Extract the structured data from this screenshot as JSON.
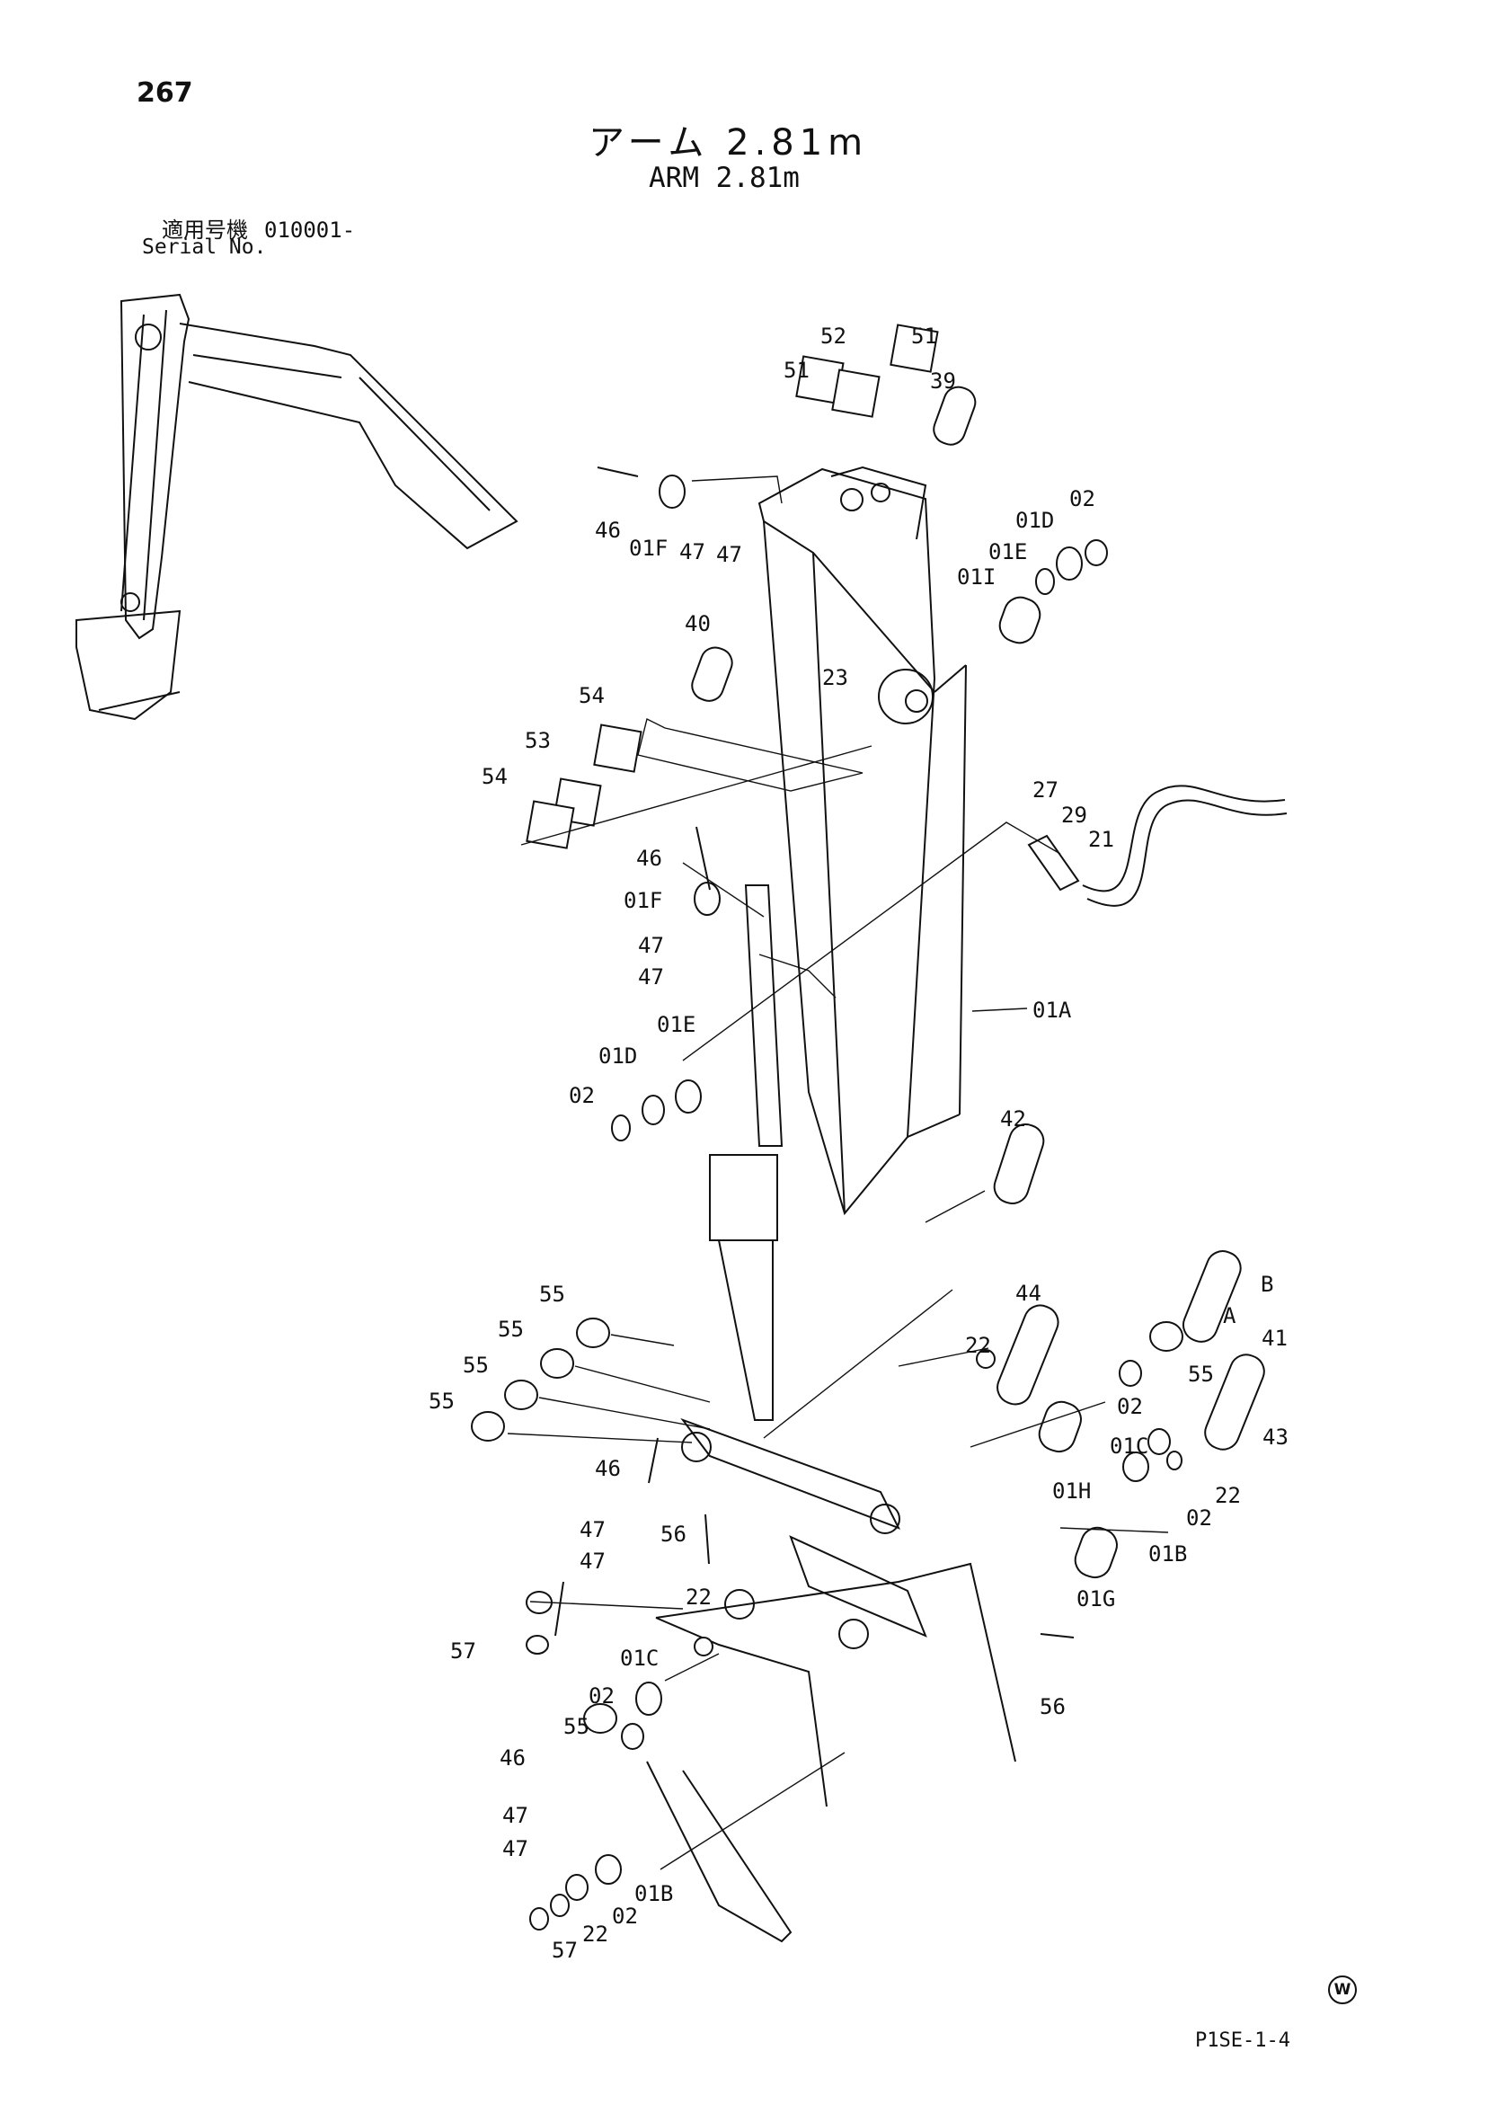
{
  "page": {
    "number": "267",
    "title_jp": "アーム 2.81m",
    "title_en": "ARM 2.81m",
    "serial_label_jp": "適用号機",
    "serial_code": "010001-",
    "serial_label_en": "Serial No.",
    "page_code": "P1SE-1-4",
    "mark": "W"
  },
  "callouts": [
    "52",
    "51",
    "51",
    "39",
    "46",
    "01F",
    "47",
    "47",
    "01D",
    "02",
    "01E",
    "01I",
    "40",
    "23",
    "54",
    "53",
    "54",
    "27",
    "29",
    "21",
    "46",
    "01F",
    "47",
    "47",
    "01E",
    "01D",
    "02",
    "01A",
    "42",
    "55",
    "55",
    "55",
    "55",
    "44",
    "22",
    "B",
    "A",
    "41",
    "55",
    "02",
    "01C",
    "43",
    "46",
    "01H",
    "02",
    "22",
    "47",
    "56",
    "47",
    "01B",
    "01G",
    "22",
    "57",
    "01C",
    "02",
    "55",
    "46",
    "56",
    "47",
    "47",
    "01B",
    "02",
    "22",
    "57"
  ]
}
